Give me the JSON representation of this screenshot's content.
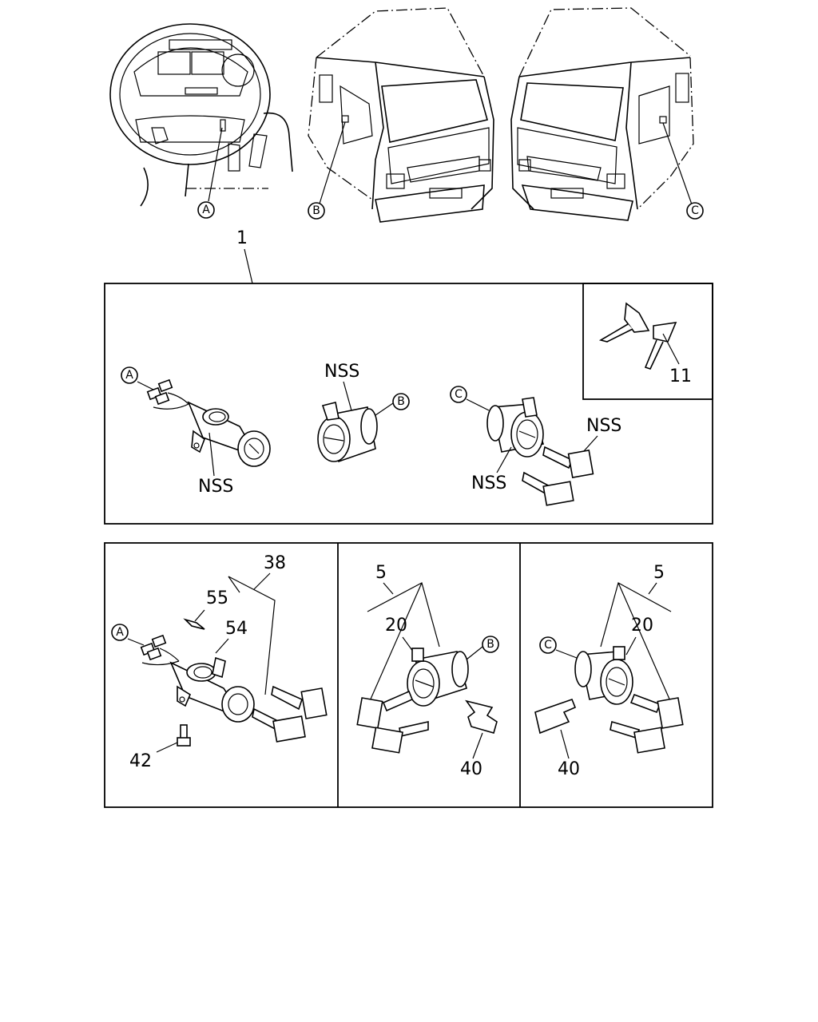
{
  "callouts": {
    "a": "A",
    "b": "B",
    "c": "C"
  },
  "labels": {
    "part_1": "1",
    "part_11": "11",
    "nss": "NSS",
    "part_38": "38",
    "part_55": "55",
    "part_54": "54",
    "part_42": "42",
    "part_5": "5",
    "part_20": "20",
    "part_40": "40"
  }
}
